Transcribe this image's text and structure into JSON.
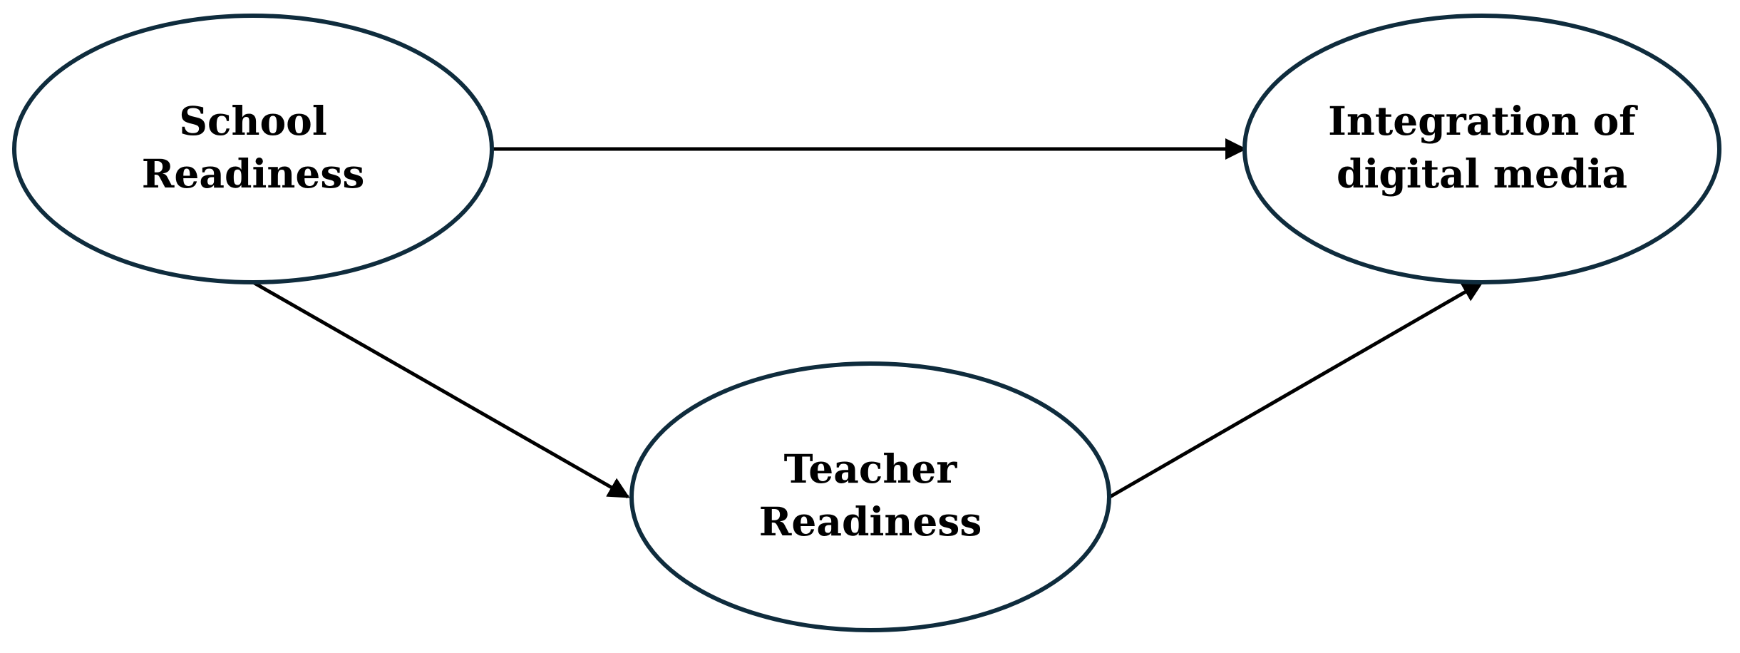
{
  "colors": {
    "node_border": "#0f2c3d",
    "node_fill": "#ffffff",
    "edge": "#000000",
    "text": "#000000"
  },
  "nodes": {
    "school": {
      "line1": "School",
      "line2": "Readiness"
    },
    "teacher": {
      "line1": "Teacher",
      "line2": "Readiness"
    },
    "integration": {
      "line1": "Integration of",
      "line2": "digital media"
    }
  },
  "edges": [
    {
      "from": "school",
      "to": "integration"
    },
    {
      "from": "school",
      "to": "teacher"
    },
    {
      "from": "teacher",
      "to": "integration"
    }
  ]
}
